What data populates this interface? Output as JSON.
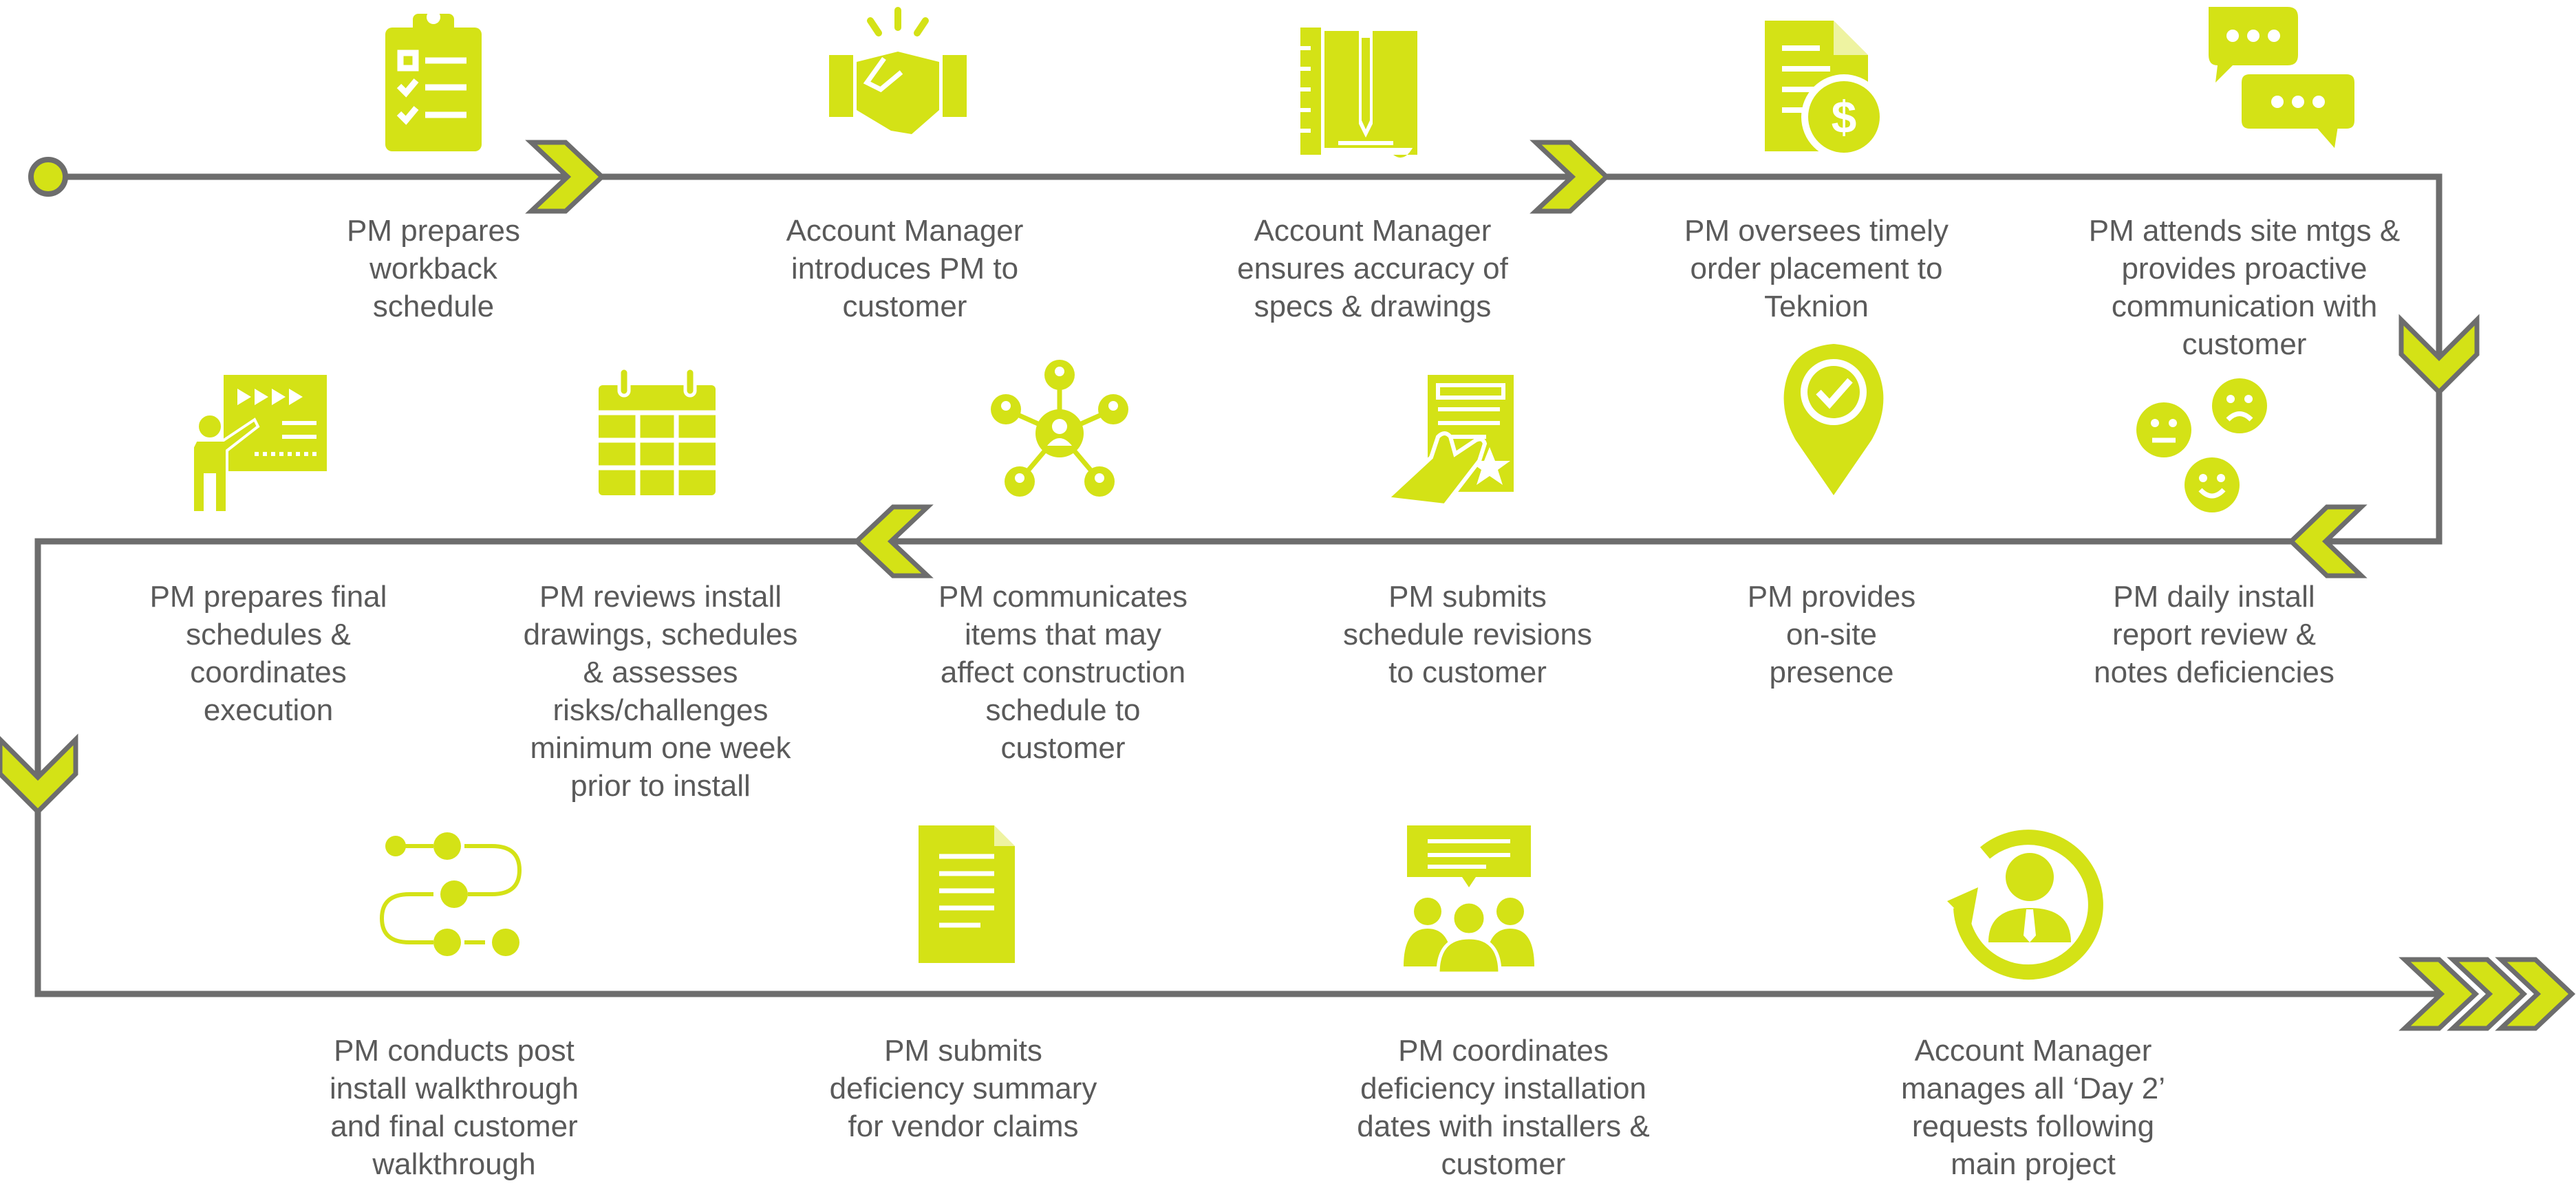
{
  "colors": {
    "accent": "#d4e216",
    "line": "#6d6d6d",
    "text": "#5a5a5a"
  },
  "steps": [
    {
      "label": "PM prepares\nworkback\nschedule",
      "icon": "clipboard-checklist-icon"
    },
    {
      "label": "Account Manager\nintroduces PM to\ncustomer",
      "icon": "handshake-icon"
    },
    {
      "label": "Account Manager\nensures accuracy of\nspecs & drawings",
      "icon": "blueprint-pencil-icon"
    },
    {
      "label": "PM oversees timely\norder placement to\nTeknion",
      "icon": "invoice-dollar-icon"
    },
    {
      "label": "PM attends site mtgs &\nprovides proactive\ncommunication with\ncustomer",
      "icon": "speech-bubbles-icon"
    },
    {
      "label": "PM daily install\nreport review &\nnotes deficiencies",
      "icon": "feedback-faces-icon"
    },
    {
      "label": "PM provides\non-site\npresence",
      "icon": "location-check-icon"
    },
    {
      "label": "PM submits\nschedule revisions\nto customer",
      "icon": "touch-form-icon"
    },
    {
      "label": "PM communicates\nitems that may\naffect construction\nschedule to\ncustomer",
      "icon": "network-people-icon"
    },
    {
      "label": "PM reviews install\ndrawings, schedules\n& assesses\nrisks/challenges\nminimum one week\nprior to install",
      "icon": "calendar-icon"
    },
    {
      "label": "PM prepares final\nschedules &\ncoordinates\nexecution",
      "icon": "presentation-board-icon"
    },
    {
      "label": "PM conducts post\ninstall walkthrough\nand final customer\nwalkthrough",
      "icon": "process-flow-icon"
    },
    {
      "label": "PM submits\ndeficiency summary\nfor vendor claims",
      "icon": "document-icon"
    },
    {
      "label": "PM coordinates\ndeficiency installation\ndates with installers &\ncustomer",
      "icon": "team-meeting-icon"
    },
    {
      "label": "Account Manager\nmanages all ‘Day 2’\nrequests following\nmain project",
      "icon": "account-manager-cycle-icon"
    }
  ]
}
